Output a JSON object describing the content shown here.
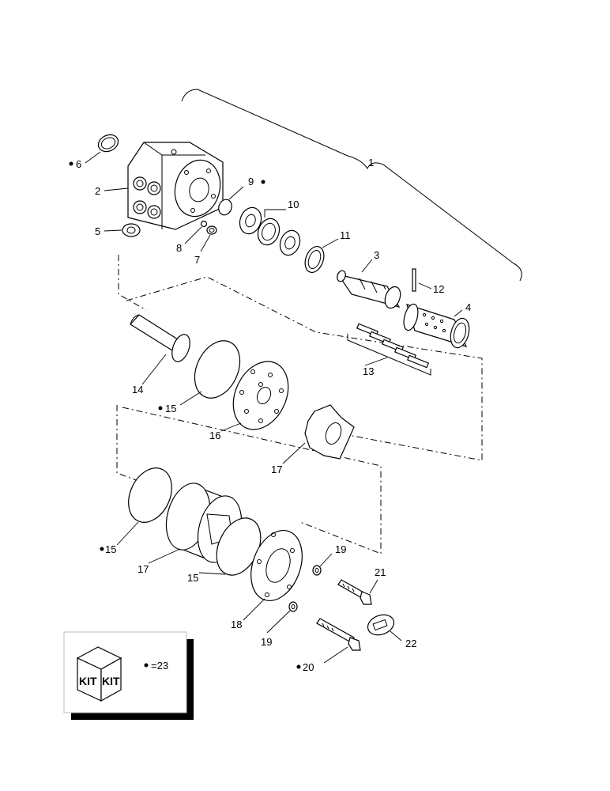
{
  "labels": {
    "p1": "1",
    "p2": "2",
    "p3": "3",
    "p4": "4",
    "p5": "5",
    "p6": "6",
    "p7": "7",
    "p8": "8",
    "p9": "9",
    "p10": "10",
    "p11": "11",
    "p12": "12",
    "p13": "13",
    "p14": "14",
    "p15a": "15",
    "p15b": "15",
    "p15c": "15",
    "p16": "16",
    "p17a": "17",
    "p17b": "17",
    "p18": "18",
    "p19a": "19",
    "p19b": "19",
    "p20": "20",
    "p21": "21",
    "p22": "22"
  },
  "legend": {
    "kit_left": "KIT",
    "kit_right": "KIT",
    "caption": "=23"
  }
}
